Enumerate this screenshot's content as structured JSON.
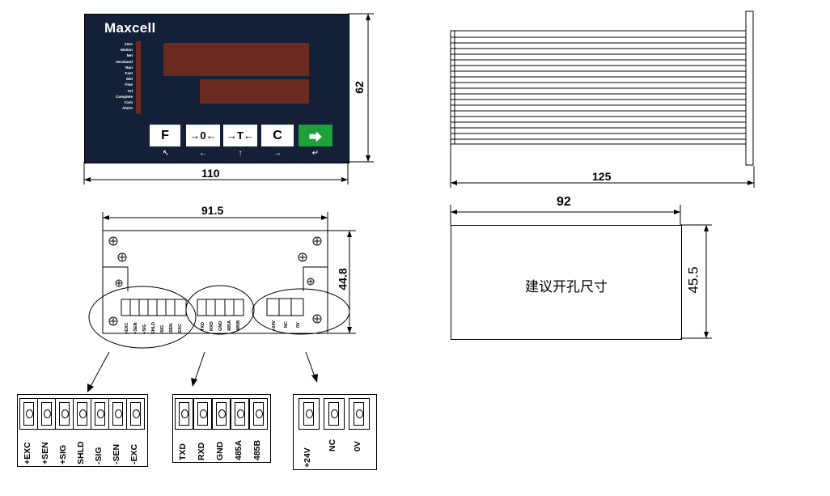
{
  "front_panel": {
    "brand": "Maxcell",
    "indicators": [
      "Zero",
      "Motion",
      "Net",
      "Zeroband",
      "Run",
      "Fast",
      "Mid",
      "Fine",
      "Tol",
      "Complete",
      "Com",
      "Alarm"
    ],
    "keys": [
      {
        "label": "F",
        "caption": "↖"
      },
      {
        "label": "→0←",
        "caption": "←"
      },
      {
        "label": "→T←",
        "caption": "↑"
      },
      {
        "label": "C",
        "caption": "→"
      },
      {
        "label": "⮕",
        "caption": "↵"
      }
    ],
    "width_label": "110",
    "height_label": "62"
  },
  "side_view": {
    "depth_label": "125"
  },
  "rear_panel": {
    "width_label": "91.5",
    "height_label": "44.8",
    "load_cell_terminals": [
      "+EXC",
      "+SEN",
      "+SIG",
      "SHLD",
      "-SIG",
      "-SEN",
      "-EXC"
    ],
    "comm_terminals": [
      "TXD",
      "RXD",
      "GND",
      "485A",
      "485B"
    ],
    "power_terminals": [
      "+24V",
      "NC",
      "0V"
    ]
  },
  "cutout": {
    "width_label": "92",
    "height_label": "45.5",
    "label": "建议开孔尺寸"
  },
  "colors": {
    "panel": "#132038",
    "display": "#6b2a1f",
    "enter_key": "#1fa13a"
  }
}
